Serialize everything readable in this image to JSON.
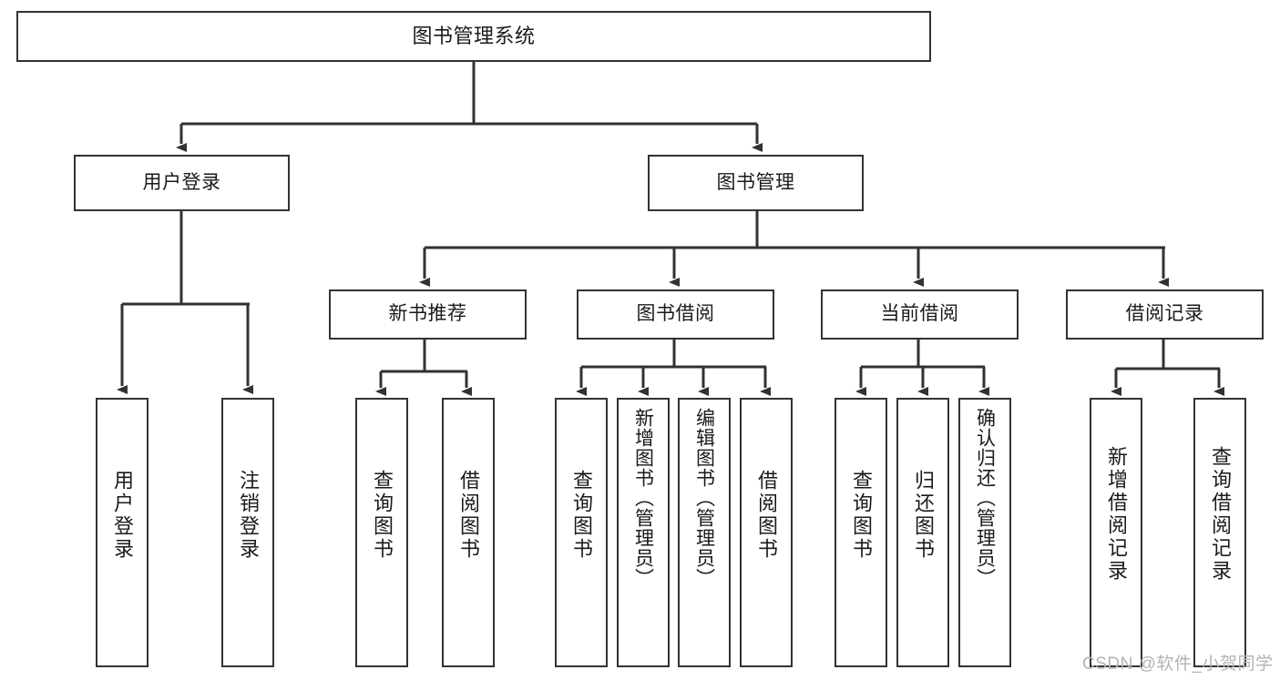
{
  "diagram": {
    "title": "图书管理系统",
    "watermark": "CSDN @软件_小贺同学",
    "line_color": "#32322f",
    "box_border_color": "#32322f",
    "background": "#ffffff",
    "root": {
      "label": "图书管理系统"
    },
    "level2": [
      {
        "label": "用户登录"
      },
      {
        "label": "图书管理"
      }
    ],
    "level3": [
      {
        "label": "新书推荐"
      },
      {
        "label": "图书借阅"
      },
      {
        "label": "当前借阅"
      },
      {
        "label": "借阅记录"
      }
    ],
    "leaves": {
      "user_login": [
        {
          "label": "用户登录"
        },
        {
          "label": "注销登录"
        }
      ],
      "new_book_recommend": [
        {
          "label": "查询图书"
        },
        {
          "label": "借阅图书"
        }
      ],
      "book_borrow": [
        {
          "label": "查询图书"
        },
        {
          "label": "新增图书（管理员）"
        },
        {
          "label": "编辑图书（管理员）"
        },
        {
          "label": "借阅图书"
        }
      ],
      "current_borrow": [
        {
          "label": "查询图书"
        },
        {
          "label": "归还图书"
        },
        {
          "label": "确认归还（管理员）"
        }
      ],
      "borrow_record": [
        {
          "label": "新增借阅记录"
        },
        {
          "label": "查询借阅记录"
        }
      ]
    }
  }
}
